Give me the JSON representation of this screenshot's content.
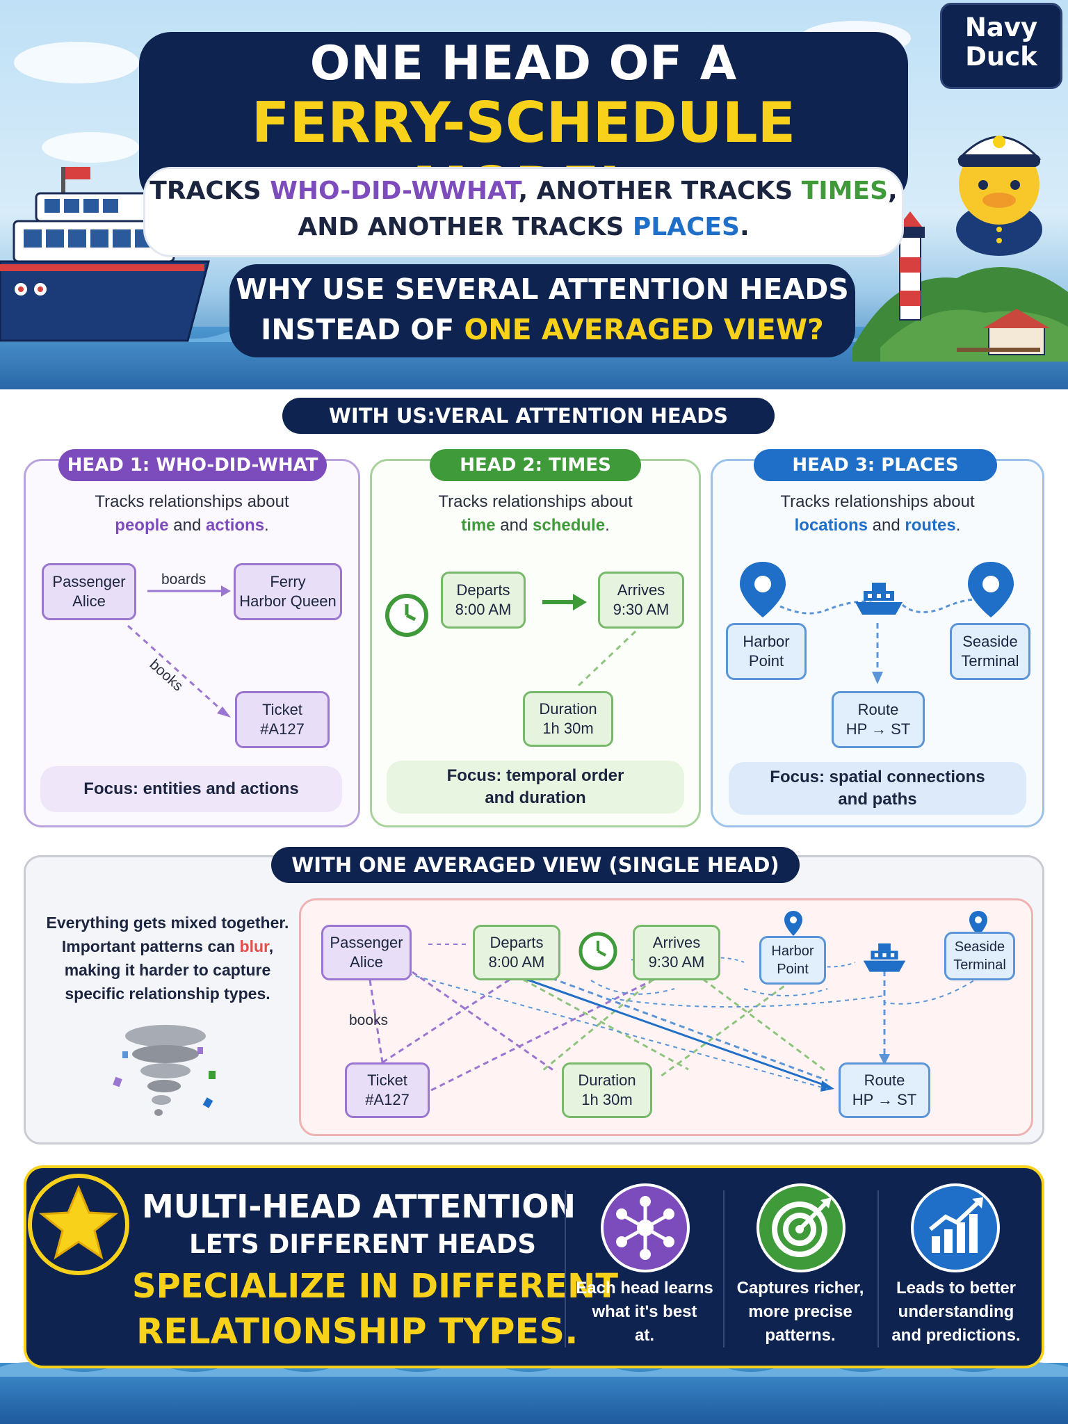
{
  "brand": {
    "line1": "Navy",
    "line2": "Duck"
  },
  "title": {
    "line1": "ONE HEAD OF A",
    "line2": "FERRY-SCHEDULE MODEL"
  },
  "subtitle": {
    "l1_a": "TRACKS ",
    "l1_b": "WHO-DID-WWHAT",
    "l1_c": ", ANOTHER TRACKS ",
    "l1_d": "TIMES",
    "l1_e": ",",
    "l2_a": "AND ANOTHER TRACKS ",
    "l2_b": "PLACES",
    "l2_c": "."
  },
  "question": {
    "l1": "WHY USE SEVERAL ATTENTION HEADS",
    "l2_a": "INSTEAD OF ",
    "l2_b": "ONE AVERAGED VIEW?"
  },
  "section_multi": "WITH US:VERAL ATTENTION HEADS",
  "heads": [
    {
      "tag": "HEAD 1: WHO-DID-WHAT",
      "desc_l1": "Tracks relationships about",
      "desc_a": "people",
      "desc_b": " and ",
      "desc_c": "actions",
      "desc_d": ".",
      "nodes": {
        "passenger": "Passenger\nAlice",
        "ferry": "Ferry\nHarbor Queen",
        "ticket": "Ticket\n#A127"
      },
      "edge_boards": "boards",
      "edge_books": "books",
      "focus": "Focus: entities and actions",
      "color": "#7d4cbc"
    },
    {
      "tag": "HEAD 2: TIMES",
      "desc_l1": "Tracks relationships about",
      "desc_a": "time",
      "desc_b": " and ",
      "desc_c": "schedule",
      "desc_d": ".",
      "nodes": {
        "departs": "Departs\n8:00 AM",
        "arrives": "Arrives\n9:30 AM",
        "duration": "Duration\n1h 30m"
      },
      "focus_l1": "Focus: temporal order",
      "focus_l2": "and duration",
      "color": "#3f9a3a"
    },
    {
      "tag": "HEAD 3: PLACES",
      "desc_l1": "Tracks relationships about",
      "desc_a": "locations",
      "desc_b": " and ",
      "desc_c": "routes",
      "desc_d": ".",
      "nodes": {
        "harbor": "Harbor\nPoint",
        "seaside": "Seaside\nTerminal",
        "route": "Route\nHP → ST"
      },
      "focus_l1": "Focus: spatial connections",
      "focus_l2": "and paths",
      "color": "#1f6fc8"
    }
  ],
  "section_single": "WITH ONE AVERAGED VIEW (SINGLE HEAD)",
  "averaged": {
    "l1": "Everything gets mixed together.",
    "l2_a": "Important patterns can ",
    "l2_b": "blur",
    "l2_c": ",",
    "l3": "making it harder to capture",
    "l4": "specific relationship types.",
    "nodes": {
      "passenger": "Passenger\nAlice",
      "departs": "Departs\n8:00 AM",
      "arrives": "Arrives\n9:30 AM",
      "harbor": "Harbor\nPoint",
      "seaside": "Seaside\nTerminal",
      "ticket": "Ticket\n#A127",
      "duration": "Duration\n1h 30m",
      "route": "Route\nHP → ST"
    },
    "edge_books": "books"
  },
  "bottom": {
    "l1": "MULTI-HEAD ATTENTION",
    "l2": "LETS DIFFERENT HEADS",
    "l3": "SPECIALIZE IN DIFFERENT",
    "l4": "RELATIONSHIP TYPES.",
    "features": [
      {
        "icon": "network-icon",
        "l1": "Each head learns",
        "l2": "what it's best",
        "l3": "at."
      },
      {
        "icon": "target-icon",
        "l1": "Captures richer,",
        "l2": "more precise",
        "l3": "patterns."
      },
      {
        "icon": "growth-chart-icon",
        "l1": "Leads to better",
        "l2": "understanding",
        "l3": "and predictions."
      }
    ]
  },
  "colors": {
    "navy": "#0f2350",
    "yellow": "#f8d21a",
    "purple": "#7d4cbc",
    "green": "#3f9a3a",
    "blue": "#1f6fc8",
    "red": "#e0504b"
  }
}
